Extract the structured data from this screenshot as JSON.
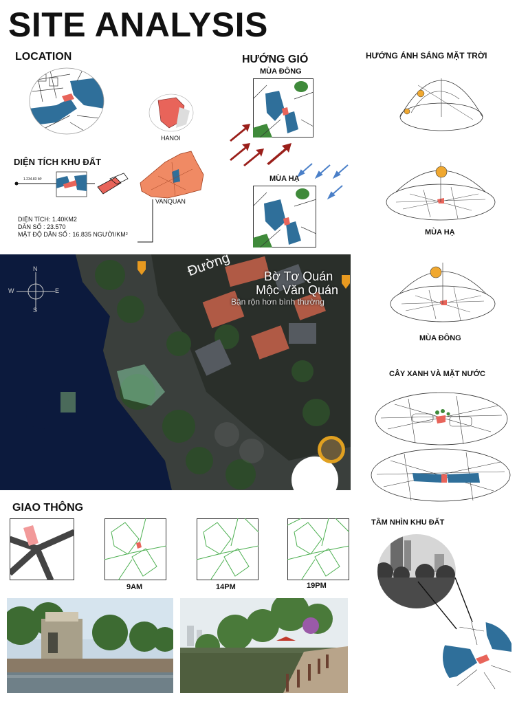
{
  "title": "SITE ANALYSIS",
  "location": {
    "heading": "LOCATION",
    "hanoi_label": "HANOI",
    "vanquan_label": "VANQUAN"
  },
  "area": {
    "heading": "DIỆN TÍCH KHU ĐẤT",
    "scale_label": "1.234.83 M²",
    "stats": [
      "DIỆN TÍCH: 1.40KM2",
      "DÂN SỐ : 23.570",
      "MẬT ĐỘ DÂN SỐ : 16.835 NGƯỜI/KM²"
    ]
  },
  "wind": {
    "heading": "HƯỚNG GIÓ",
    "winter": "MÙA ĐÔNG",
    "summer": "MÙA HẠ"
  },
  "sun": {
    "heading": "HƯỚNG ÁNH SÁNG MẶT TRỜI",
    "summer": "MÙA HẠ",
    "winter": "MÙA ĐÔNG"
  },
  "greenery": {
    "heading": "CÂY XANH VÀ MẶT NƯỚC"
  },
  "map": {
    "road_label": "Đường",
    "place_name_1": "Bờ Tơ Quán",
    "place_name_2": "Mộc Văn Quán",
    "place_sub": "Bận rộn hơn bình thường",
    "compass": {
      "n": "N",
      "s": "S",
      "e": "E",
      "w": "W"
    }
  },
  "traffic": {
    "heading": "GIAO THÔNG",
    "times": [
      "9AM",
      "14PM",
      "19PM"
    ]
  },
  "view": {
    "heading": "TẦM NHÌN KHU ĐẤT"
  },
  "colors": {
    "water": "#2f6f9a",
    "site": "#e8645a",
    "green": "#3f8a3a",
    "arrow_red": "#9a1f1a",
    "arrow_blue": "#4a7fc8",
    "sun": "#f0a830"
  }
}
